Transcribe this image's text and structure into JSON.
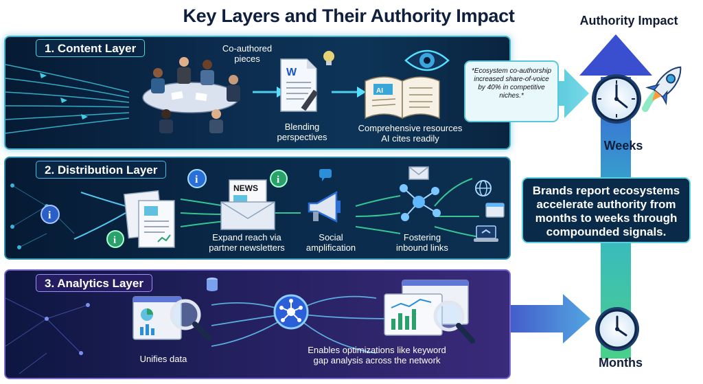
{
  "title": "Key Layers and Their Authority Impact",
  "impact_axis": {
    "label": "Authority Impact",
    "top_milestone": "Weeks",
    "bottom_milestone": "Months"
  },
  "layers": {
    "content": {
      "tag": "1. Content Layer",
      "caption_coauthored": "Co-authored\npieces",
      "caption_blending": "Blending\nperspectives",
      "caption_resources": "Comprehensive resources\nAI cites readily",
      "note": "*Ecosystem co-authorship increased share-of-voice by 40% in competitive niches.*"
    },
    "distribution": {
      "tag": "2. Distribution Layer",
      "caption_newsletters": "Expand reach via\npartner newsletters",
      "caption_social": "Social\namplification",
      "caption_links": "Fostering\ninbound links",
      "news_label": "NEWS"
    },
    "analytics": {
      "tag": "3. Analytics Layer",
      "caption_unifies": "Unifies data",
      "caption_enables": "Enables optimizations like keyword\ngap analysis across the network"
    }
  },
  "report": "Brands report ecosystems accelerate authority from months to weeks through compounded signals.",
  "icons": [
    "meeting-icon",
    "word-document-icon",
    "open-book-icon",
    "eye-icon",
    "info-icon",
    "newspaper-envelope-icon",
    "megaphone-icon",
    "network-node-icon",
    "globe-icon",
    "laptop-icon",
    "magnifier-icon",
    "hub-icon",
    "clock-icon",
    "rocket-icon",
    "upward-arrow-icon"
  ],
  "colors": {
    "title": "#0f1f3d",
    "panel_dark": "#0b2b4d",
    "accent_teal": "#4fd1e6",
    "analytics_purple": "#3a2a7a",
    "arrow_blue": "#3a6fd8",
    "arrow_green": "#3ec99a"
  }
}
